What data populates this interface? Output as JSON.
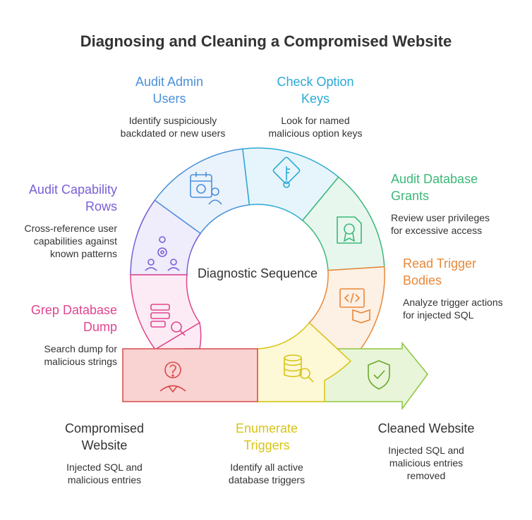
{
  "title": "Diagnosing and Cleaning a Compromised Website",
  "center_label": "Diagnostic Sequence",
  "steps": {
    "audit_admin": {
      "heading": "Audit Admin\nUsers",
      "desc": "Identify suspiciously\nbackdated or new users",
      "color": "#4a90d9"
    },
    "check_option": {
      "heading": "Check Option\nKeys",
      "desc": "Look for named\nmalicious option keys",
      "color": "#29a9d6"
    },
    "audit_grants": {
      "heading": "Audit Database\nGrants",
      "desc": "Review user privileges\nfor excessive access",
      "color": "#3cb878"
    },
    "read_trigger": {
      "heading": "Read Trigger\nBodies",
      "desc": "Analyze trigger actions\nfor injected SQL",
      "color": "#e8883a"
    },
    "audit_capability": {
      "heading": "Audit Capability\nRows",
      "desc": "Cross-reference user\ncapabilities against\nknown patterns",
      "color": "#7b5fd6"
    },
    "grep_dump": {
      "heading": "Grep Database\nDump",
      "desc": "Search dump for\nmalicious strings",
      "color": "#e0458f"
    },
    "compromised": {
      "heading": "Compromised\nWebsite",
      "desc": "Injected SQL and\nmalicious entries",
      "color": "#333333"
    },
    "enumerate": {
      "heading": "Enumerate\nTriggers",
      "desc": "Identify all active\ndatabase triggers",
      "color": "#d8c417"
    },
    "cleaned": {
      "heading": "Cleaned Website",
      "desc": "Injected SQL and\nmalicious entries\nremoved",
      "color": "#333333"
    }
  },
  "icons": {
    "audit_admin": "calendar-user-icon",
    "check_option": "key-icon",
    "audit_grants": "certificate-icon",
    "read_trigger": "code-book-icon",
    "audit_capability": "team-gear-icon",
    "grep_dump": "database-search-icon",
    "compromised": "question-person-icon",
    "enumerate": "database-magnify-icon",
    "cleaned": "shield-check-icon"
  }
}
